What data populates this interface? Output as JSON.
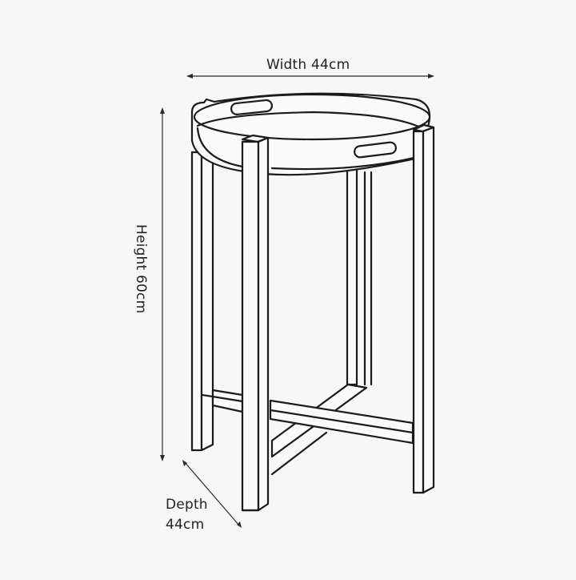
{
  "diagram": {
    "subject": "Round tray side table with folding wooden stand",
    "dimensions": {
      "width": "Width 44cm",
      "height": "Height 60cm",
      "depth_line1": "Depth",
      "depth_line2": "44cm"
    },
    "colors": {
      "background": "#f7f7f7",
      "line": "#1b1b1b"
    }
  }
}
